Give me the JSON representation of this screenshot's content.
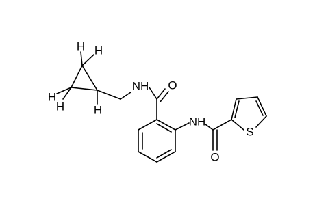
{
  "diagram": {
    "atoms": {
      "h_top_left": "H",
      "h_top_right": "H",
      "h_left_upper": "H",
      "h_left_lower": "H",
      "h_ring_ch": "H",
      "nh_amide": "NH",
      "o_amide": "O",
      "nh_aniline": "NH",
      "o_thiophene_amide": "O",
      "s_thiophene": "S"
    },
    "colors": {
      "bond": "#000000",
      "label": "#000000",
      "background": "#ffffff"
    }
  }
}
